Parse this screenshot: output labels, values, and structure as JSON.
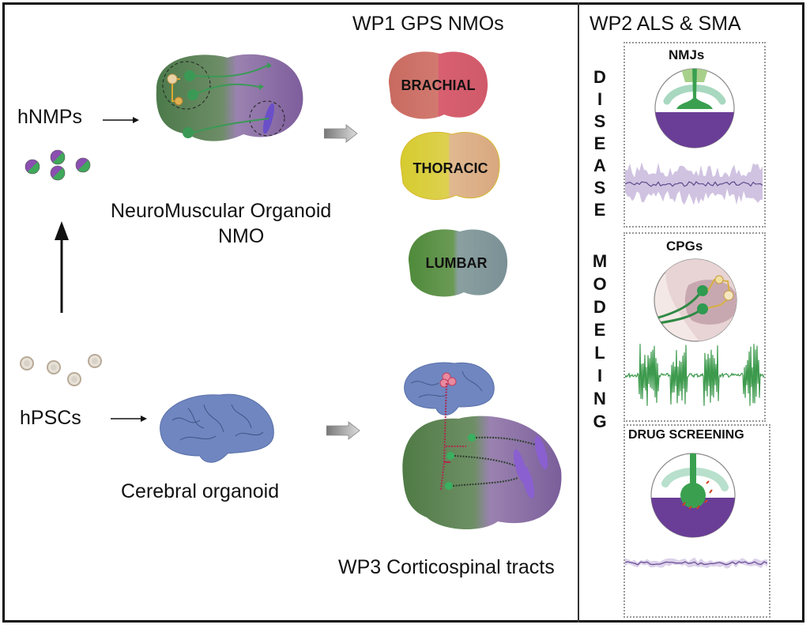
{
  "figure": {
    "sections": {
      "wp1": {
        "title": "WP1 GPS NMOs",
        "regions": [
          "BRACHIAL",
          "THORACIC",
          "LUMBAR"
        ]
      },
      "wp2": {
        "title": "WP2  ALS & SMA",
        "vertical_label_top": [
          "D",
          "I",
          "S",
          "E",
          "A",
          "S",
          "E"
        ],
        "vertical_label_bottom": [
          "M",
          "O",
          "D",
          "E",
          "L",
          "I",
          "N",
          "G"
        ],
        "panels": [
          {
            "label": "NMJs",
            "trace_color": "#7b5ea7"
          },
          {
            "label": "CPGs",
            "trace_color": "#3d9a4d"
          },
          {
            "label": "DRUG SCREENING",
            "trace_color": "#6a4f96"
          }
        ]
      },
      "wp3": {
        "title": "WP3  Corticospinal tracts"
      }
    },
    "left": {
      "hnmps_label": "hNMPs",
      "hpscs_label": "hPSCs",
      "nmo_label_line1": "NeuroMuscular Organoid",
      "nmo_label_line2": "NMO",
      "cerebral_label": "Cerebral organoid"
    },
    "colors": {
      "neural_green": "#4f7a4a",
      "muscle_purple": "#8a6aa6",
      "brain_blue": "#6f86c0",
      "brachial_red": "#d46a6f",
      "thoracic_yellow": "#d8cf3a",
      "lumbar_green": "#5f8f4a",
      "lumbar_grey": "#8a9ea0"
    }
  }
}
